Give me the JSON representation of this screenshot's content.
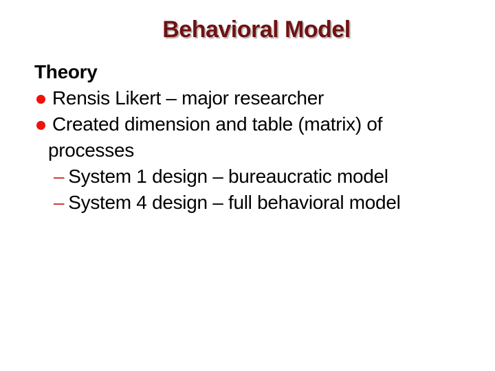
{
  "slide": {
    "title": "Behavioral Model",
    "heading": "Theory",
    "bullets": [
      {
        "level": 1,
        "marker": "red-dot",
        "lines": [
          "Rensis Likert – major researcher"
        ]
      },
      {
        "level": 1,
        "marker": "red-dot",
        "lines": [
          "Created dimension and table (matrix) of",
          "processes"
        ]
      },
      {
        "level": 2,
        "marker": "red-dash",
        "lines": [
          "System 1 design – bureaucratic model"
        ]
      },
      {
        "level": 2,
        "marker": "red-dash",
        "lines": [
          "System 4 design – full behavioral model"
        ]
      }
    ],
    "markers": {
      "dash_glyph": "–"
    },
    "colors": {
      "background": "#ffffff",
      "title_text": "#701212",
      "title_shadow": "#b5b5b5",
      "body_text": "#000000",
      "bullet_dot": "#ee1309",
      "dash": "#c63222"
    }
  }
}
